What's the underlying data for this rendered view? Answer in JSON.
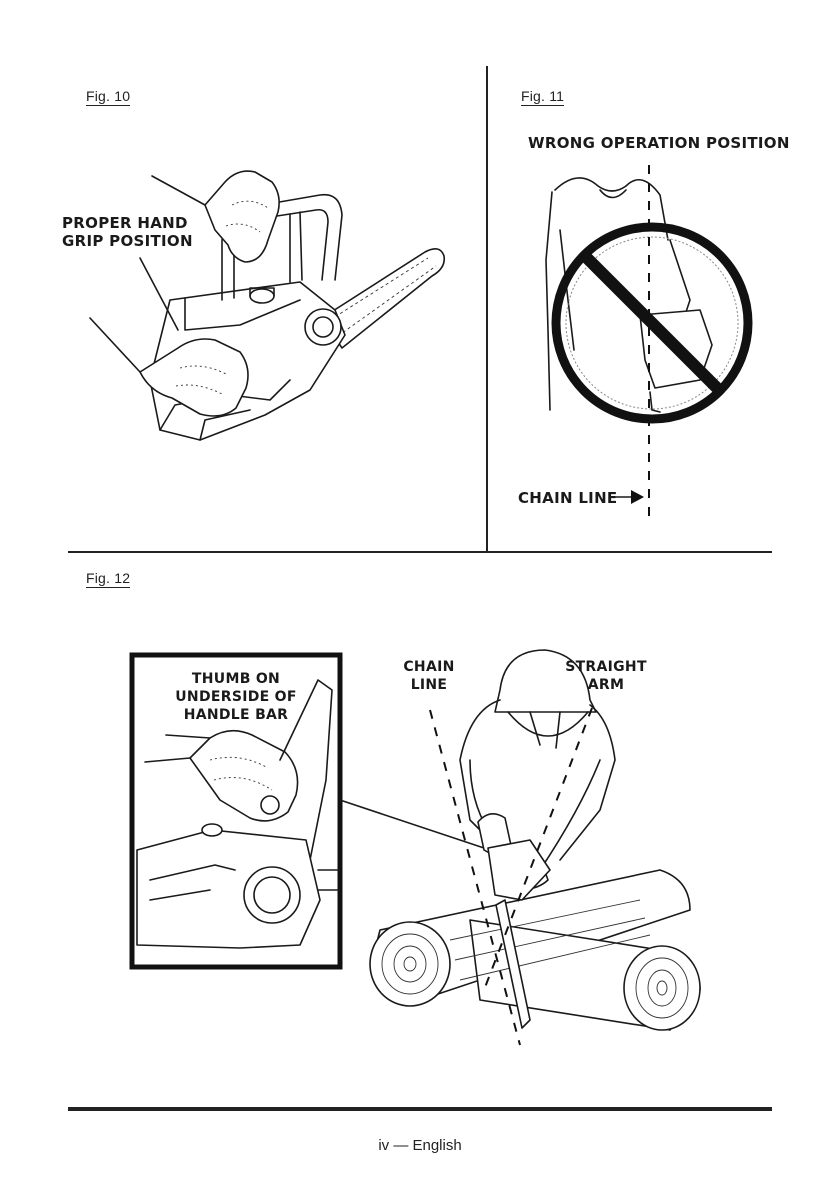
{
  "fig10": {
    "label": "Fig. 10",
    "callout": [
      "PROPER HAND",
      "GRIP POSITION"
    ]
  },
  "fig11": {
    "label": "Fig. 11",
    "title": "WRONG OPERATION POSITION",
    "chain_line": "CHAIN LINE"
  },
  "fig12": {
    "label": "Fig. 12",
    "inset_callout": [
      "THUMB ON",
      "UNDERSIDE OF",
      "HANDLE BAR"
    ],
    "chain_line": [
      "CHAIN",
      "LINE"
    ],
    "straight_arm": [
      "STRAIGHT",
      "ARM"
    ]
  },
  "footer": {
    "text": "iv — English"
  }
}
